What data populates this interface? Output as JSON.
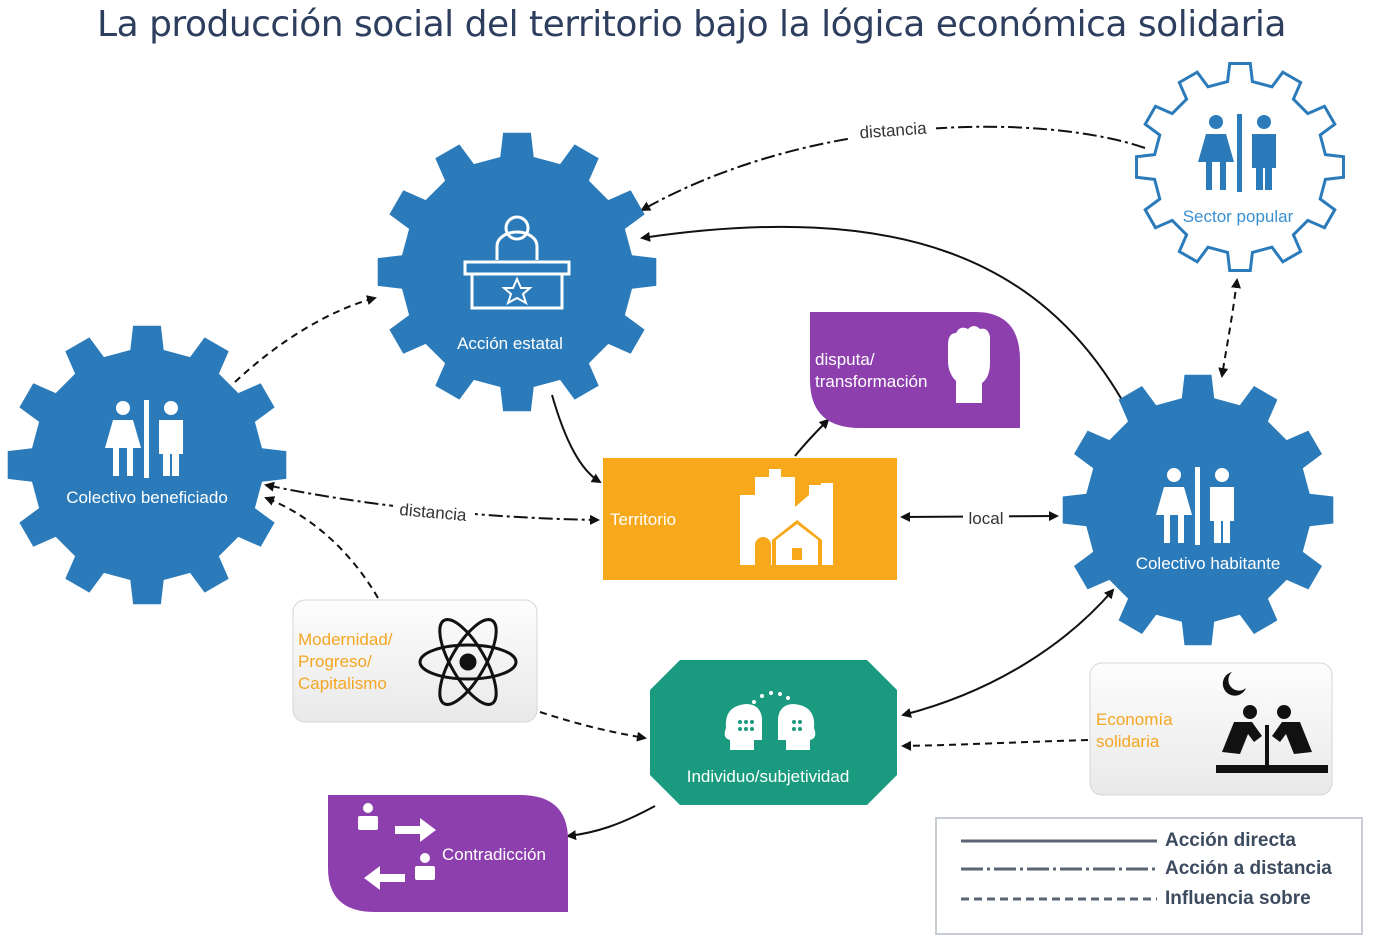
{
  "title": "La producción social del territorio bajo la lógica económica solidaria",
  "nodes": {
    "accion_estatal": "Acción estatal",
    "colectivo_beneficiado": "Colectivo beneficiado",
    "colectivo_habitante": "Colectivo habitante",
    "sector_popular": "Sector popular",
    "territorio": "Territorio",
    "disputa_line1": "disputa/",
    "disputa_line2": "transformación",
    "modernidad_line1": "Modernidad/",
    "modernidad_line2": "Progreso/",
    "modernidad_line3": "Capitalismo",
    "individuo": "Individuo/subjetividad",
    "economia_line1": "Economía",
    "economia_line2": "solidaria",
    "contradiccion": "Contradicción"
  },
  "edge_labels": {
    "distancia_top": "distancia",
    "distancia_mid": "distancia",
    "local": "local"
  },
  "legend": {
    "direct": "Acción directa",
    "distance": "Acción a distancia",
    "influence": "Influencia sobre"
  },
  "colors": {
    "gear": "#2b7bba",
    "orange": "#f7a81b",
    "purple": "#8e3fae",
    "teal": "#1a9a7e",
    "gold_text": "#f5a623"
  }
}
